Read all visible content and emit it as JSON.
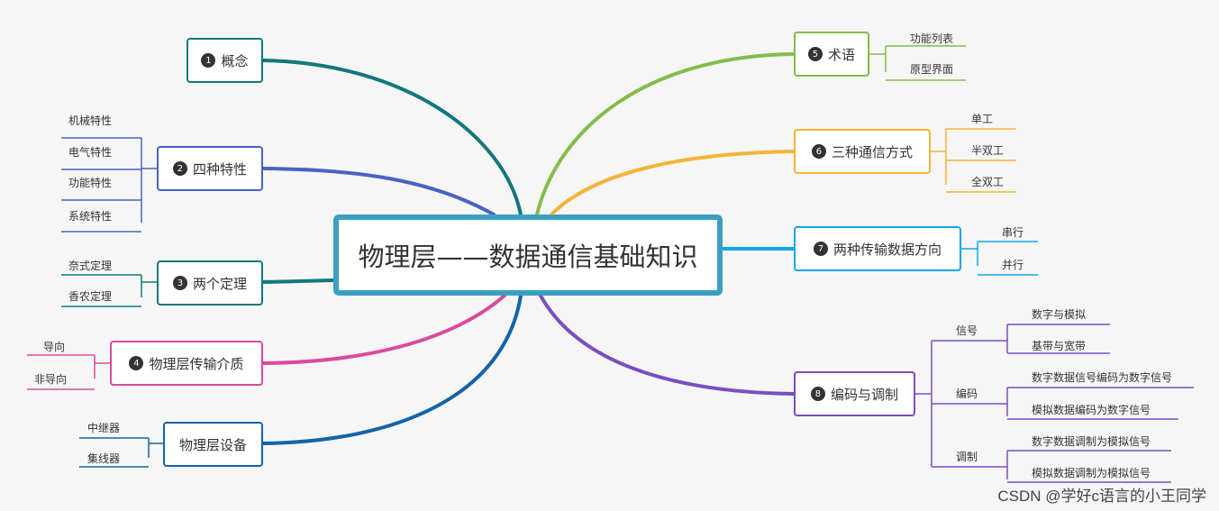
{
  "center": "物理层——数据通信基础知识",
  "colors": {
    "n1": "#12787d",
    "n2": "#4863c2",
    "n3": "#12787d",
    "n4": "#d94b9c",
    "n5": "#84bc4c",
    "n6": "#f3b437",
    "n7": "#12a6e6",
    "n8": "#7a4ec2",
    "device": "#1464a6",
    "center": "#3aa0c2"
  },
  "nodes": {
    "n1": {
      "num": "1",
      "label": "概念"
    },
    "n2": {
      "num": "2",
      "label": "四种特性",
      "children": [
        "机械特性",
        "电气特性",
        "功能特性",
        "系统特性"
      ]
    },
    "n3": {
      "num": "3",
      "label": "两个定理",
      "children": [
        "奈式定理",
        "香农定理"
      ]
    },
    "n4": {
      "num": "4",
      "label": "物理层传输介质",
      "children": [
        "导向",
        "非导向"
      ]
    },
    "device": {
      "label": "物理层设备",
      "children": [
        "中继器",
        "集线器"
      ]
    },
    "n5": {
      "num": "5",
      "label": "术语",
      "children": [
        "功能列表",
        "原型界面"
      ]
    },
    "n6": {
      "num": "6",
      "label": "三种通信方式",
      "children": [
        "单工",
        "半双工",
        "全双工"
      ]
    },
    "n7": {
      "num": "7",
      "label": "两种传输数据方向",
      "children": [
        "串行",
        "并行"
      ]
    },
    "n8": {
      "num": "8",
      "label": "编码与调制",
      "groups": [
        {
          "label": "信号",
          "children": [
            "数字与模拟",
            "基带与宽带"
          ]
        },
        {
          "label": "编码",
          "children": [
            "数字数据信号编码为数字信号",
            "模拟数据编码为数字信号"
          ]
        },
        {
          "label": "调制",
          "children": [
            "数字数据调制为模拟信号",
            "模拟数据调制为模拟信号"
          ]
        }
      ]
    }
  },
  "footer": "CSDN @学好c语言的小王同学"
}
